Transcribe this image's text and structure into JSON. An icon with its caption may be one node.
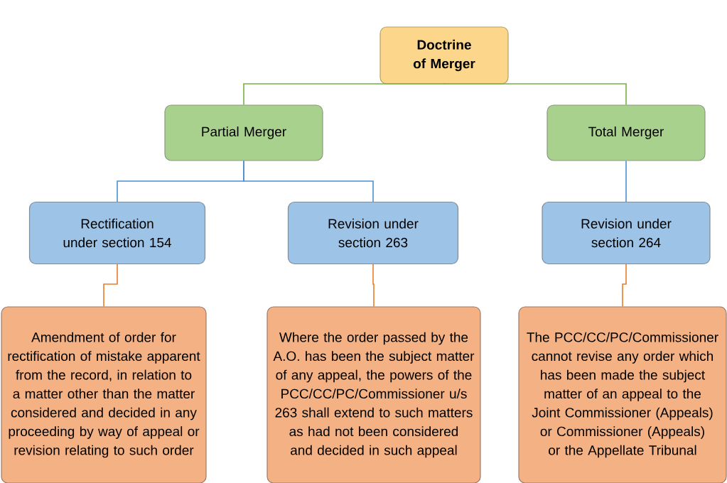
{
  "diagram": {
    "nodes": [
      {
        "text": [
          "Doctrine of Merger"
        ]
      },
      {
        "text": [
          "Partial Merger"
        ]
      },
      {
        "text": [
          "Total Merger"
        ]
      },
      {
        "text": [
          "Rectification under section 154"
        ]
      },
      {
        "text": [
          "Revision under section 263"
        ]
      },
      {
        "text": [
          "Revision under section 264"
        ]
      },
      {
        "text": [
          "Amendment of order for rectification of mistake apparent from the record, in relation to a matter other than the matter considered and decided in any proceeding by way of appeal or revision relating to such order"
        ]
      },
      {
        "text": [
          "Where the order passed by the A.O. has been the subject matter of any appeal, the powers of the PCC/CC/PC/Commissioner u/s 263 shall extend to such matters as had not been considered and decided in such appeal"
        ]
      },
      {
        "text": [
          "The PCC/CC/PC/Commissioner cannot revise any order which has been made the subject matter of an appeal to the Joint Commissioner (Appeals) or Commissioner (Appeals) or the Appellate Tribunal"
        ]
      }
    ],
    "edges": [
      {
        "from": 0,
        "to": 1,
        "arrow": "none",
        "color": "#77b043"
      },
      {
        "from": 0,
        "to": 2,
        "arrow": "none",
        "color": "#77b043"
      },
      {
        "from": 1,
        "to": 3,
        "arrow": "none",
        "color": "#4a90d0"
      },
      {
        "from": 1,
        "to": 4,
        "arrow": "none",
        "color": "#4a90d0"
      },
      {
        "from": 2,
        "to": 5,
        "arrow": "none",
        "color": "#4a90d0"
      },
      {
        "from": 3,
        "to": 6,
        "arrow": "none",
        "color": "#e87d2b"
      },
      {
        "from": 4,
        "to": 7,
        "arrow": "none",
        "color": "#e87d2b"
      },
      {
        "from": 5,
        "to": 8,
        "arrow": "none",
        "color": "#e87d2b"
      }
    ]
  }
}
